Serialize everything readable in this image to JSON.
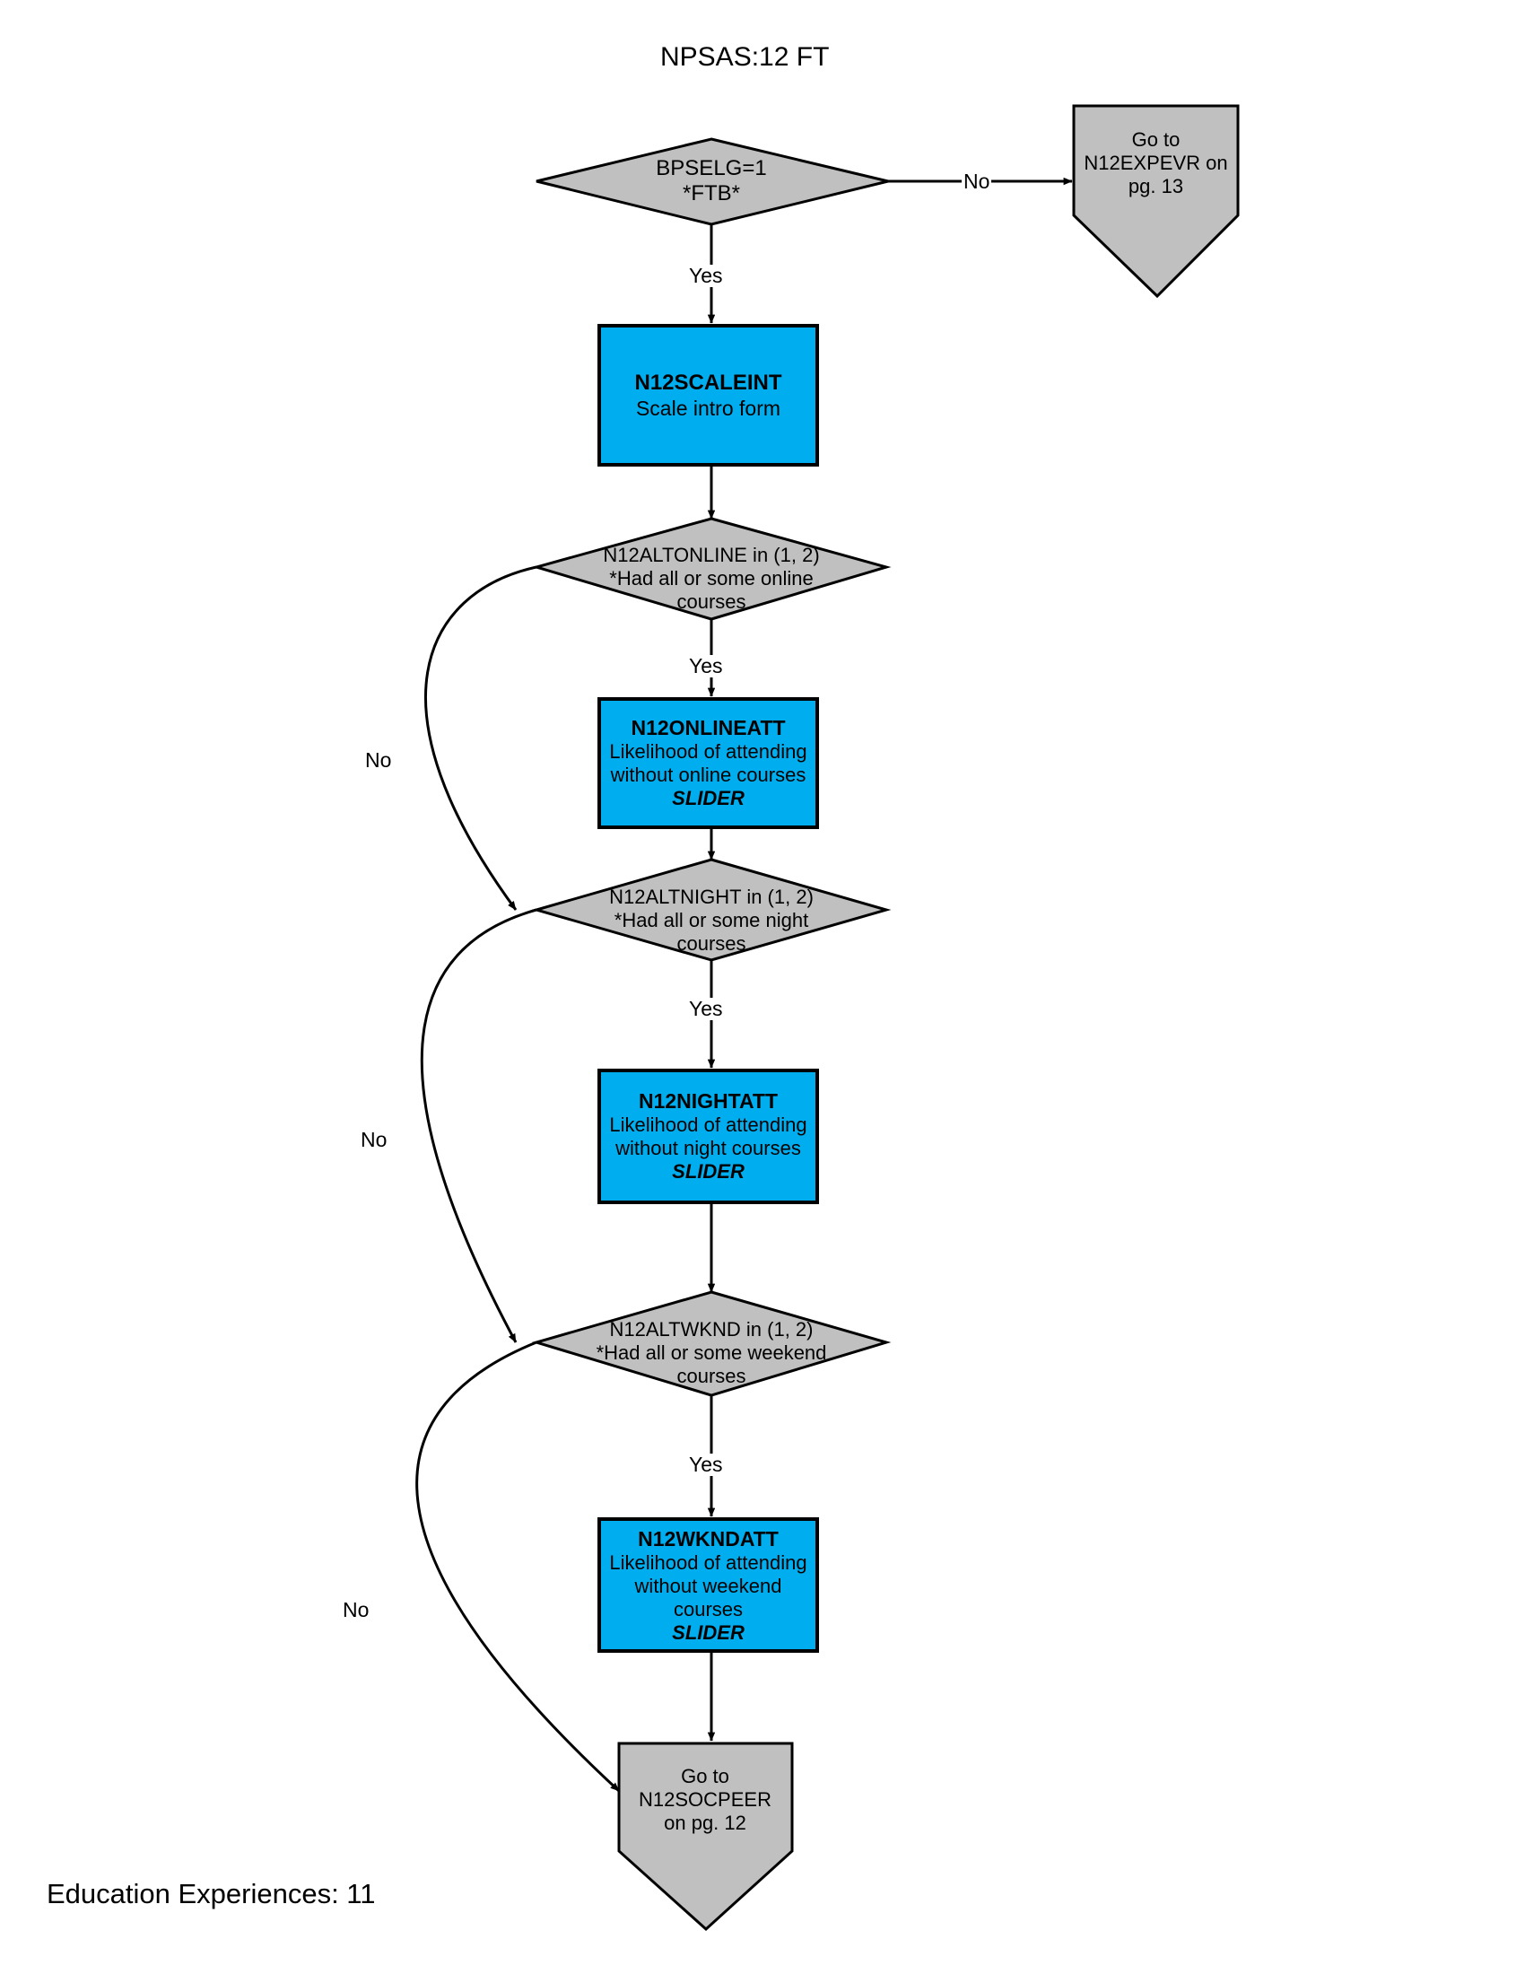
{
  "page": {
    "title": "NPSAS:12 FT",
    "footer": "Education Experiences: 11",
    "colors": {
      "decision_fill": "#C0C0C0",
      "process_fill": "#00AEEF",
      "terminator_fill": "#C0C0C0",
      "stroke": "#000000",
      "background": "#FFFFFF"
    }
  },
  "nodes": {
    "bpselg": {
      "type": "decision",
      "line1": "BPSELG=1",
      "line2": "*FTB*"
    },
    "goto_expevr": {
      "type": "offpage",
      "line1": "Go to",
      "line2": "N12EXPEVR on",
      "line3": "pg. 13"
    },
    "scaleint": {
      "type": "process",
      "name": "N12SCALEINT",
      "desc1": "Scale intro form"
    },
    "altonline": {
      "type": "decision",
      "line1": "N12ALTONLINE in (1, 2)",
      "line2": "*Had all or some online",
      "line3": "courses"
    },
    "onlineatt": {
      "type": "process",
      "name": "N12ONLINEATT",
      "desc1": "Likelihood of attending",
      "desc2": "without online courses",
      "widget": "SLIDER"
    },
    "altnight": {
      "type": "decision",
      "line1": "N12ALTNIGHT in (1, 2)",
      "line2": "*Had all or some night",
      "line3": "courses"
    },
    "nightatt": {
      "type": "process",
      "name": "N12NIGHTATT",
      "desc1": "Likelihood of attending",
      "desc2": "without night courses",
      "widget": "SLIDER"
    },
    "altwknd": {
      "type": "decision",
      "line1": "N12ALTWKND in (1, 2)",
      "line2": "*Had all or some weekend",
      "line3": "courses"
    },
    "wkndatt": {
      "type": "process",
      "name": "N12WKNDATT",
      "desc1": "Likelihood of attending",
      "desc2": "without weekend",
      "desc3": "courses",
      "widget": "SLIDER"
    },
    "goto_socpeer": {
      "type": "offpage",
      "line1": "Go to",
      "line2": "N12SOCPEER",
      "line3": "on pg. 12"
    }
  },
  "edges": {
    "bpselg_no": "No",
    "bpselg_yes": "Yes",
    "altonline_no": "No",
    "altonline_yes": "Yes",
    "altnight_no": "No",
    "altnight_yes": "Yes",
    "altwknd_no": "No",
    "altwknd_yes": "Yes"
  }
}
